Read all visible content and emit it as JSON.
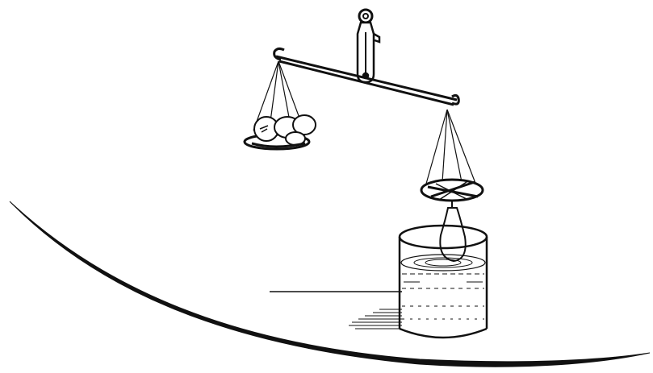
{
  "figure": {
    "kind": "line-drawing",
    "subject": "balance-scale-with-beaker",
    "ink_color": "#111111",
    "paper_color": "#ffffff"
  },
  "parts": [
    {
      "id": "suspension-ring",
      "icon": "ring-icon"
    },
    {
      "id": "pointer-handle",
      "icon": "handle-icon"
    },
    {
      "id": "beam",
      "icon": "beam-icon"
    },
    {
      "id": "left-pan-with-fruit",
      "icon": "pan-icon"
    },
    {
      "id": "right-pan-with-sinker",
      "icon": "pan-icon"
    },
    {
      "id": "beaker-of-water",
      "icon": "beaker-icon"
    },
    {
      "id": "table-edge",
      "icon": "line-icon"
    },
    {
      "id": "decorative-swoosh",
      "icon": "swoosh-icon"
    }
  ]
}
